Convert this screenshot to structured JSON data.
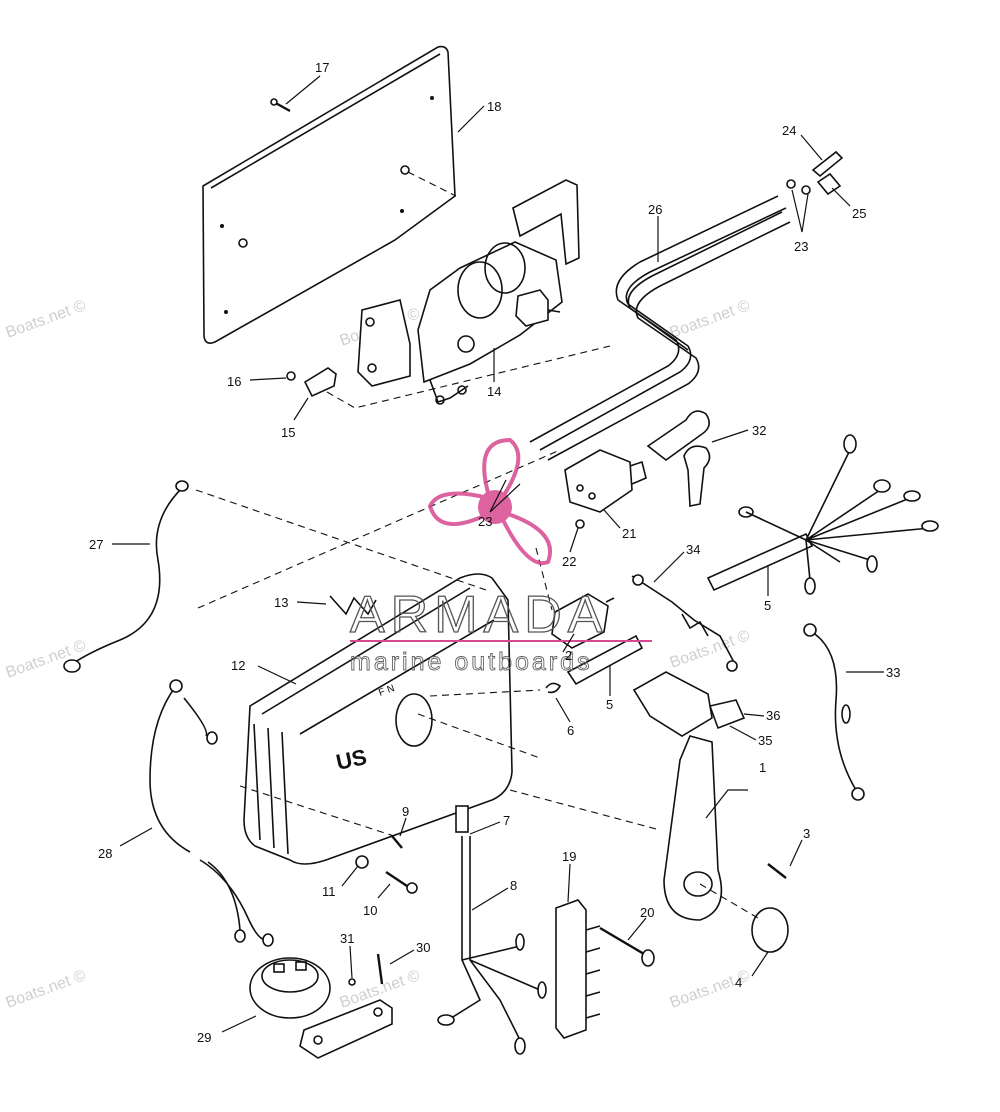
{
  "watermark": {
    "text": "Boats.net ©"
  },
  "logo": {
    "name": "ARMADA",
    "tagline": "marine outboards",
    "accent_color": "#d6488f"
  },
  "callouts": [
    {
      "id": "c1",
      "text": "1"
    },
    {
      "id": "c2",
      "text": "2"
    },
    {
      "id": "c3",
      "text": "3"
    },
    {
      "id": "c4",
      "text": "4"
    },
    {
      "id": "c5a",
      "text": "5"
    },
    {
      "id": "c5b",
      "text": "5"
    },
    {
      "id": "c6",
      "text": "6"
    },
    {
      "id": "c7",
      "text": "7"
    },
    {
      "id": "c8",
      "text": "8"
    },
    {
      "id": "c9",
      "text": "9"
    },
    {
      "id": "c10",
      "text": "10"
    },
    {
      "id": "c11",
      "text": "11"
    },
    {
      "id": "c12",
      "text": "12"
    },
    {
      "id": "c13",
      "text": "13"
    },
    {
      "id": "c14",
      "text": "14"
    },
    {
      "id": "c15",
      "text": "15"
    },
    {
      "id": "c16",
      "text": "16"
    },
    {
      "id": "c17",
      "text": "17"
    },
    {
      "id": "c18",
      "text": "18"
    },
    {
      "id": "c19",
      "text": "19"
    },
    {
      "id": "c20",
      "text": "20"
    },
    {
      "id": "c21",
      "text": "21"
    },
    {
      "id": "c22",
      "text": "22"
    },
    {
      "id": "c23a",
      "text": "23"
    },
    {
      "id": "c23b",
      "text": "23"
    },
    {
      "id": "c24",
      "text": "24"
    },
    {
      "id": "c25",
      "text": "25"
    },
    {
      "id": "c26",
      "text": "26"
    },
    {
      "id": "c27",
      "text": "27"
    },
    {
      "id": "c28",
      "text": "28"
    },
    {
      "id": "c29",
      "text": "29"
    },
    {
      "id": "c30",
      "text": "30"
    },
    {
      "id": "c31",
      "text": "31"
    },
    {
      "id": "c32",
      "text": "32"
    },
    {
      "id": "c33",
      "text": "33"
    },
    {
      "id": "c34",
      "text": "34"
    },
    {
      "id": "c35",
      "text": "35"
    },
    {
      "id": "c36",
      "text": "36"
    }
  ],
  "housing_marks": {
    "emblem": "US",
    "shift_letters": "F N"
  }
}
